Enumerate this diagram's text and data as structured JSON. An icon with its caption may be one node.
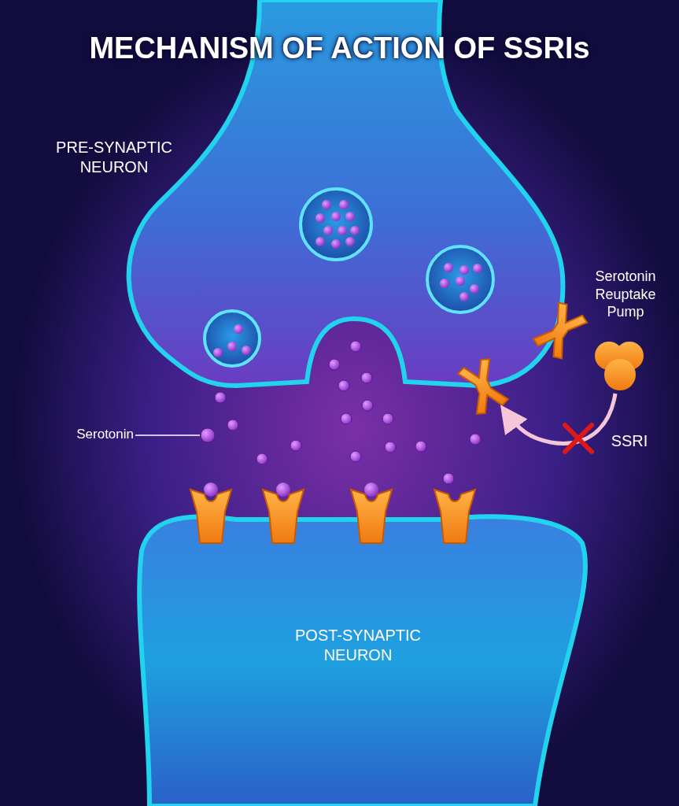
{
  "diagram": {
    "title": "MECHANISM OF ACTION OF SSRIs",
    "nodes": [
      {
        "text": [
          "PRE-SYNAPTIC NEURON"
        ]
      },
      {
        "text": [
          "POST-SYNAPTIC NEURON"
        ]
      },
      {
        "text": [
          "Serotonin"
        ]
      },
      {
        "text": [],
        "shape": "circle"
      },
      {
        "text": [],
        "shape": "picture"
      },
      {
        "text": [],
        "shape": "picture"
      },
      {
        "text": [],
        "shape": "picture"
      }
    ],
    "edges": [
      {
        "from": 2,
        "to": 3,
        "arrow": "none"
      },
      {
        "from": 5,
        "to": 4,
        "arrow": "to",
        "style": "thick"
      }
    ],
    "labels": [
      "Serotonin Reuptake Pump",
      "SSRI"
    ]
  }
}
